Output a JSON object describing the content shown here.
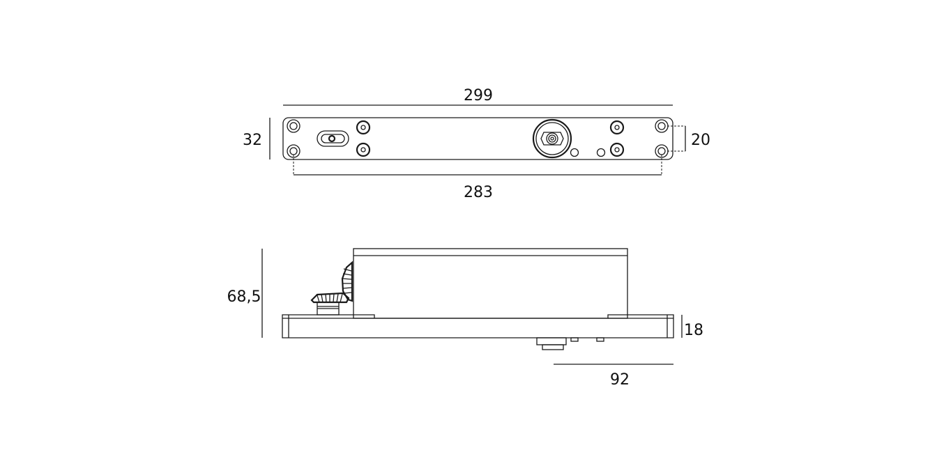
{
  "dimensions": {
    "overall_length": "299",
    "width": "32",
    "hole_spacing_width": "20",
    "hole_spacing_length": "283",
    "overall_height": "68,5",
    "base_height": "18",
    "pivot_offset": "92"
  }
}
